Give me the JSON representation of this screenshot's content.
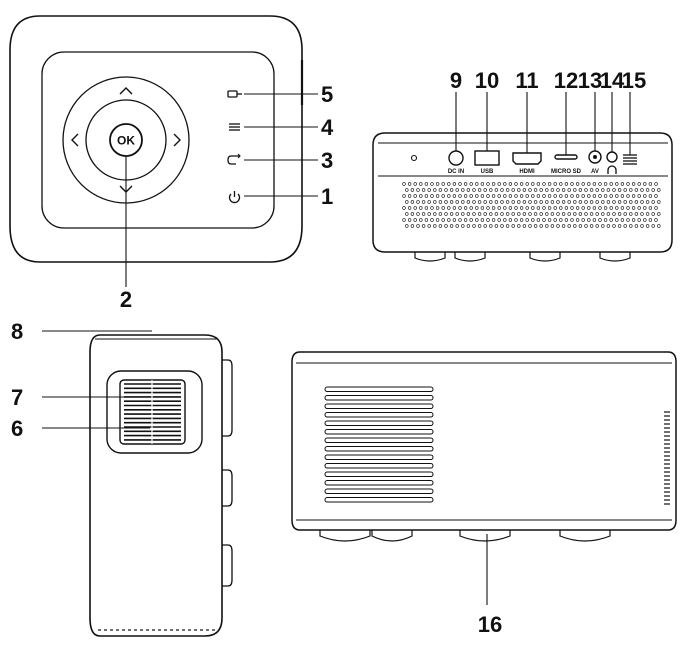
{
  "callouts": {
    "c1": "1",
    "c2": "2",
    "c3": "3",
    "c4": "4",
    "c5": "5",
    "c6": "6",
    "c7": "7",
    "c8": "8",
    "c9": "9",
    "c10": "10",
    "c11": "11",
    "c12": "12",
    "c13": "13",
    "c14": "14",
    "c15": "15",
    "c16": "16"
  },
  "labels": {
    "ok": "OK",
    "dc_in": "DC IN",
    "usb": "USB",
    "hdmi": "HDMI",
    "micro_sd": "MICRO SD",
    "av": "AV"
  }
}
